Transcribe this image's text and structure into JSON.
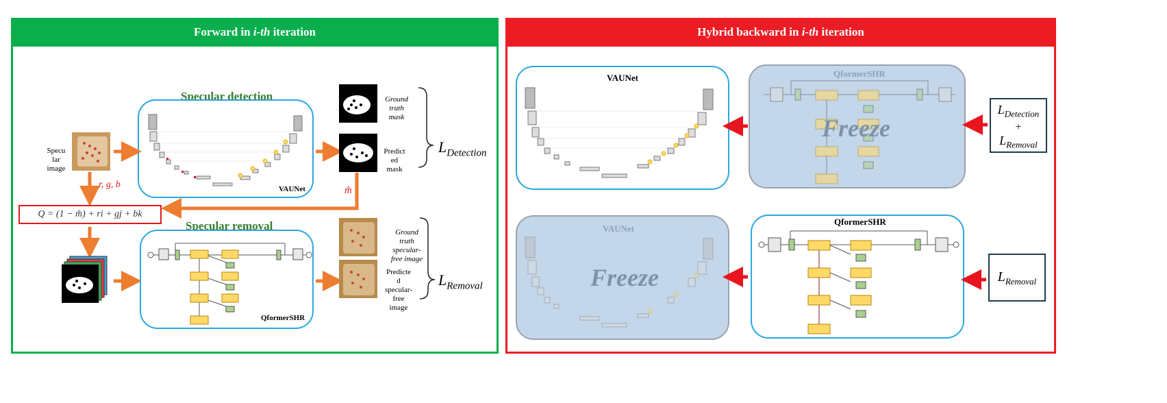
{
  "left_panel": {
    "header": "Forward in i-th iteration",
    "header_parts": {
      "pre": "Forward in ",
      "ital": "i-th",
      "post": " iteration"
    },
    "specular_detection": "Specular detection",
    "specular_removal": "Specular removal",
    "vaunet": "VAUNet",
    "qformer": "QformerSHR",
    "input_label": [
      "Specu",
      "lar",
      "image"
    ],
    "rgb_label": "r, g, b",
    "m_hat": "m̂",
    "equation": "Q = (1 − m̂) + ri + gj + bk",
    "gt_mask": [
      "Ground",
      "truth",
      "mask"
    ],
    "pred_mask": [
      "Predict",
      "ed",
      "mask"
    ],
    "gt_free": [
      "Ground",
      "truth",
      "specular-",
      "free image"
    ],
    "pred_free": [
      "Predicte",
      "d",
      "specular-",
      "free",
      "image"
    ],
    "loss_detection": {
      "L": "L",
      "sub": "Detection"
    },
    "loss_removal": {
      "L": "L",
      "sub": "Removal"
    }
  },
  "right_panel": {
    "header": "Hybrid backward in i-th iteration",
    "header_parts": {
      "pre": "Hybrid backward in ",
      "ital": "i-th",
      "post": " iteration"
    },
    "top_vaunet": "VAUNet",
    "top_qformer": "QformerSHR",
    "top_freeze": "Freeze",
    "bottom_vaunet": "VAUNet",
    "bottom_qformer": "QformerSHR",
    "bottom_freeze": "Freeze",
    "loss_combined": {
      "L1": "L",
      "sub1": "Detection",
      "plus": "+",
      "L2": "L",
      "sub2": "Removal"
    },
    "loss_removal": {
      "L": "L",
      "sub": "Removal"
    }
  },
  "colors": {
    "left_border": "#0aae4c",
    "right_border": "#ec1c24",
    "arrow": "#ed7d31",
    "red_arrow": "#e8141e",
    "box_border": "#2aa7e0",
    "frozen_fill": "#c3d6ea"
  }
}
